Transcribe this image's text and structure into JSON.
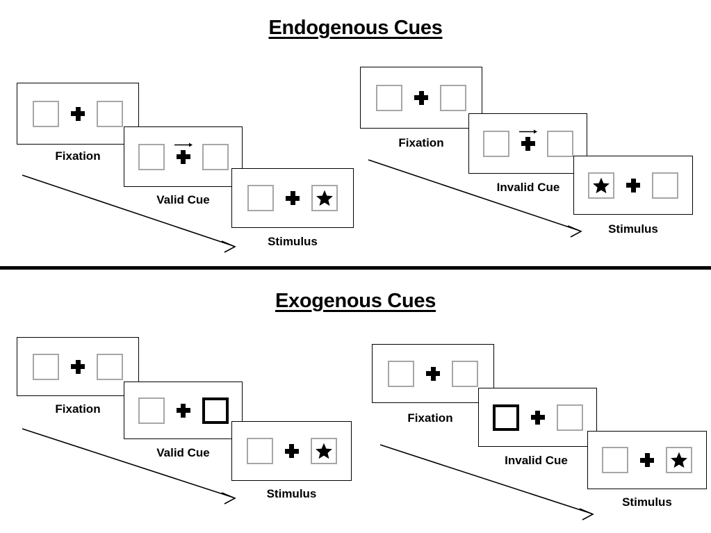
{
  "figure": {
    "title_endogenous": "Endogenous Cues",
    "title_exogenous": "Exogenous Cues",
    "colors": {
      "panel_border": "#000000",
      "box_border": "#a6a6a6",
      "cued_box_border": "#000000",
      "symbol": "#000000",
      "background": "#ffffff"
    }
  },
  "sections": [
    {
      "id": "endogenous",
      "title": "Endogenous Cues",
      "sequences": [
        {
          "id": "endogenous-valid",
          "steps": [
            {
              "label": "Fixation",
              "left_box": "empty",
              "right_box": "empty",
              "center": "fixation-cross",
              "arrow_cue": "none"
            },
            {
              "label": "Valid Cue",
              "left_box": "empty",
              "right_box": "empty",
              "center": "fixation-cross",
              "arrow_cue": "right"
            },
            {
              "label": "Stimulus",
              "left_box": "empty",
              "right_box": "star",
              "center": "fixation-cross",
              "arrow_cue": "none"
            }
          ]
        },
        {
          "id": "endogenous-invalid",
          "steps": [
            {
              "label": "Fixation",
              "left_box": "empty",
              "right_box": "empty",
              "center": "fixation-cross",
              "arrow_cue": "none"
            },
            {
              "label": "Invalid Cue",
              "left_box": "empty",
              "right_box": "empty",
              "center": "fixation-cross",
              "arrow_cue": "right"
            },
            {
              "label": "Stimulus",
              "left_box": "star",
              "right_box": "empty",
              "center": "fixation-cross",
              "arrow_cue": "none"
            }
          ]
        }
      ]
    },
    {
      "id": "exogenous",
      "title": "Exogenous Cues",
      "sequences": [
        {
          "id": "exogenous-valid",
          "steps": [
            {
              "label": "Fixation",
              "left_box": "empty",
              "right_box": "empty",
              "center": "fixation-cross",
              "arrow_cue": "none"
            },
            {
              "label": "Valid Cue",
              "left_box": "empty",
              "right_box": "cued",
              "center": "fixation-cross",
              "arrow_cue": "none"
            },
            {
              "label": "Stimulus",
              "left_box": "empty",
              "right_box": "star",
              "center": "fixation-cross",
              "arrow_cue": "none"
            }
          ]
        },
        {
          "id": "exogenous-invalid",
          "steps": [
            {
              "label": "Fixation",
              "left_box": "empty",
              "right_box": "empty",
              "center": "fixation-cross",
              "arrow_cue": "none"
            },
            {
              "label": "Invalid Cue",
              "left_box": "cued",
              "right_box": "empty",
              "center": "fixation-cross",
              "arrow_cue": "none"
            },
            {
              "label": "Stimulus",
              "left_box": "empty",
              "right_box": "star",
              "center": "fixation-cross",
              "arrow_cue": "none"
            }
          ]
        }
      ]
    }
  ],
  "labels": {
    "fixation": "Fixation",
    "valid_cue": "Valid Cue",
    "invalid_cue": "Invalid Cue",
    "stimulus": "Stimulus"
  }
}
